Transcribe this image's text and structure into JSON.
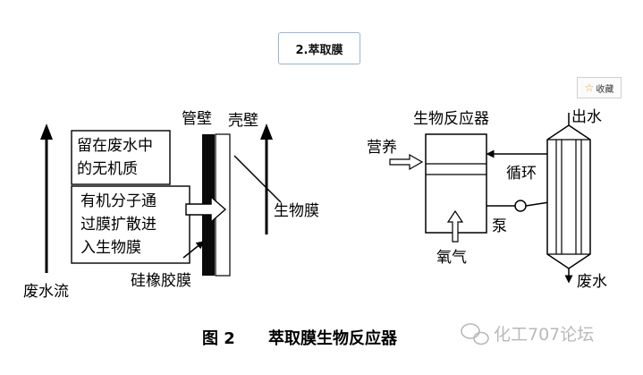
{
  "header": {
    "title": "2.萃取膜"
  },
  "favorite": {
    "icon": "star-outline-icon",
    "label": "收藏"
  },
  "diagram_left": {
    "box1": [
      "留在废水中",
      "的无机质"
    ],
    "box2": [
      "有机分子通",
      "过膜扩散进",
      "入生物膜"
    ],
    "tube_wall": "管壁",
    "shell_wall": "壳壁",
    "biofilm": "生物膜",
    "silicone_membrane": "硅橡胶膜",
    "wastewater_flow": "废水流"
  },
  "diagram_right": {
    "bioreactor": "生物反应器",
    "nutrients": "营养",
    "oxygen": "氧气",
    "recycle": "循环",
    "pump": "泵",
    "water_out": "出水",
    "wastewater": "废水"
  },
  "caption": {
    "number": "图 2",
    "title": "萃取膜生物反应器"
  },
  "watermark": {
    "text": "化工707论坛"
  }
}
